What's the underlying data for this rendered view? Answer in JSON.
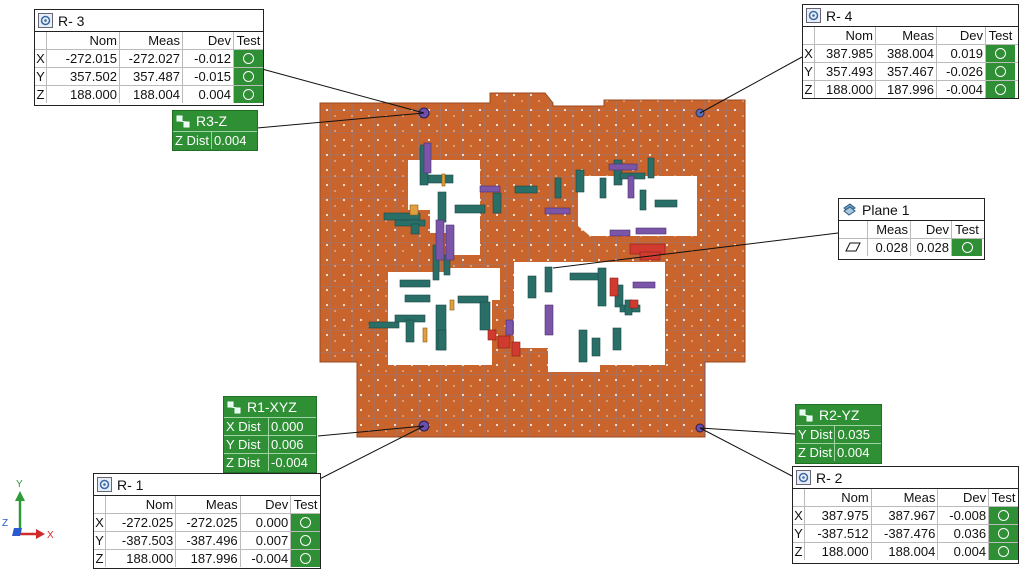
{
  "colors": {
    "accent": "#2f8f35",
    "part": "#c8642c",
    "grid": "#7f7f9a"
  },
  "plate": {
    "green_bars": [
      [
        420,
        145,
        8,
        40
      ],
      [
        428,
        175,
        25,
        8
      ],
      [
        438,
        192,
        8,
        30
      ],
      [
        455,
        205,
        30,
        8
      ],
      [
        493,
        193,
        8,
        20
      ],
      [
        515,
        186,
        22,
        7
      ],
      [
        555,
        178,
        6,
        20
      ],
      [
        576,
        170,
        8,
        22
      ],
      [
        600,
        178,
        6,
        20
      ],
      [
        614,
        160,
        8,
        25
      ],
      [
        620,
        173,
        25,
        6
      ],
      [
        640,
        190,
        6,
        20
      ],
      [
        648,
        158,
        6,
        20
      ],
      [
        655,
        200,
        22,
        7
      ],
      [
        384,
        213,
        36,
        7
      ],
      [
        395,
        220,
        30,
        6
      ],
      [
        411,
        224,
        8,
        10
      ],
      [
        433,
        245,
        6,
        35
      ],
      [
        444,
        255,
        6,
        20
      ],
      [
        400,
        280,
        30,
        7
      ],
      [
        405,
        295,
        25,
        7
      ],
      [
        458,
        296,
        30,
        7
      ],
      [
        395,
        315,
        30,
        7
      ],
      [
        406,
        320,
        8,
        22
      ],
      [
        436,
        305,
        10,
        45
      ],
      [
        480,
        302,
        10,
        28
      ],
      [
        438,
        330,
        8,
        20
      ],
      [
        528,
        276,
        8,
        22
      ],
      [
        545,
        267,
        7,
        25
      ],
      [
        570,
        273,
        30,
        7
      ],
      [
        598,
        268,
        8,
        38
      ],
      [
        615,
        285,
        8,
        22
      ],
      [
        620,
        305,
        20,
        7
      ],
      [
        579,
        330,
        8,
        32
      ],
      [
        592,
        338,
        8,
        18
      ],
      [
        613,
        328,
        8,
        22
      ],
      [
        625,
        300,
        7,
        15
      ],
      [
        369,
        322,
        30,
        6
      ]
    ],
    "purple_bars": [
      [
        424,
        143,
        7,
        30
      ],
      [
        480,
        186,
        20,
        6
      ],
      [
        545,
        208,
        25,
        6
      ],
      [
        609,
        164,
        28,
        6
      ],
      [
        628,
        176,
        6,
        22
      ],
      [
        436,
        220,
        8,
        40
      ],
      [
        446,
        225,
        8,
        35
      ],
      [
        636,
        228,
        30,
        6
      ],
      [
        610,
        230,
        20,
        6
      ],
      [
        545,
        305,
        8,
        30
      ],
      [
        633,
        282,
        22,
        6
      ],
      [
        506,
        320,
        7,
        15
      ]
    ],
    "red_bars": [
      [
        630,
        244,
        35,
        10
      ],
      [
        640,
        252,
        20,
        8
      ],
      [
        610,
        278,
        8,
        18
      ],
      [
        512,
        342,
        8,
        14
      ],
      [
        498,
        336,
        12,
        12
      ],
      [
        488,
        330,
        8,
        10
      ],
      [
        630,
        300,
        8,
        8
      ]
    ],
    "orange_bars": [
      [
        442,
        174,
        3,
        12
      ],
      [
        410,
        205,
        8,
        10
      ],
      [
        423,
        328,
        4,
        14
      ],
      [
        450,
        300,
        4,
        10
      ]
    ]
  },
  "panels": {
    "r3": {
      "title": "R- 3",
      "headers": [
        "",
        "Nom",
        "Meas",
        "Dev",
        "Test"
      ],
      "rows": [
        [
          "X",
          "-272.015",
          "-272.027",
          "-0.012"
        ],
        [
          "Y",
          "357.502",
          "357.487",
          "-0.015"
        ],
        [
          "Z",
          "188.000",
          "188.004",
          "0.004"
        ]
      ]
    },
    "r4": {
      "title": "R- 4",
      "headers": [
        "",
        "Nom",
        "Meas",
        "Dev",
        "Test"
      ],
      "rows": [
        [
          "X",
          "387.985",
          "388.004",
          "0.019"
        ],
        [
          "Y",
          "357.493",
          "357.467",
          "-0.026"
        ],
        [
          "Z",
          "188.000",
          "187.996",
          "-0.004"
        ]
      ]
    },
    "r1": {
      "title": "R- 1",
      "headers": [
        "",
        "Nom",
        "Meas",
        "Dev",
        "Test"
      ],
      "rows": [
        [
          "X",
          "-272.025",
          "-272.025",
          "0.000"
        ],
        [
          "Y",
          "-387.503",
          "-387.496",
          "0.007"
        ],
        [
          "Z",
          "188.000",
          "187.996",
          "-0.004"
        ]
      ]
    },
    "r2": {
      "title": "R- 2",
      "headers": [
        "",
        "Nom",
        "Meas",
        "Dev",
        "Test"
      ],
      "rows": [
        [
          "X",
          "387.975",
          "387.967",
          "-0.008"
        ],
        [
          "Y",
          "-387.512",
          "-387.476",
          "0.036"
        ],
        [
          "Z",
          "188.000",
          "188.004",
          "0.004"
        ]
      ]
    },
    "plane1": {
      "title": "Plane 1",
      "headers": [
        "",
        "Meas",
        "Dev",
        "Test"
      ],
      "row": [
        "0.028",
        "0.028"
      ]
    },
    "r3z": {
      "title": "R3-Z",
      "rows": [
        [
          "Z Dist",
          "0.004"
        ]
      ]
    },
    "r1xyz": {
      "title": "R1-XYZ",
      "rows": [
        [
          "X Dist",
          "0.000"
        ],
        [
          "Y Dist",
          "0.006"
        ],
        [
          "Z Dist",
          "-0.004"
        ]
      ]
    },
    "r2yz": {
      "title": "R2-YZ",
      "rows": [
        [
          "Y Dist",
          "0.035"
        ],
        [
          "Z Dist",
          "0.004"
        ]
      ]
    }
  },
  "triad": {
    "y": "Y",
    "z": "Z",
    "x": "X"
  }
}
